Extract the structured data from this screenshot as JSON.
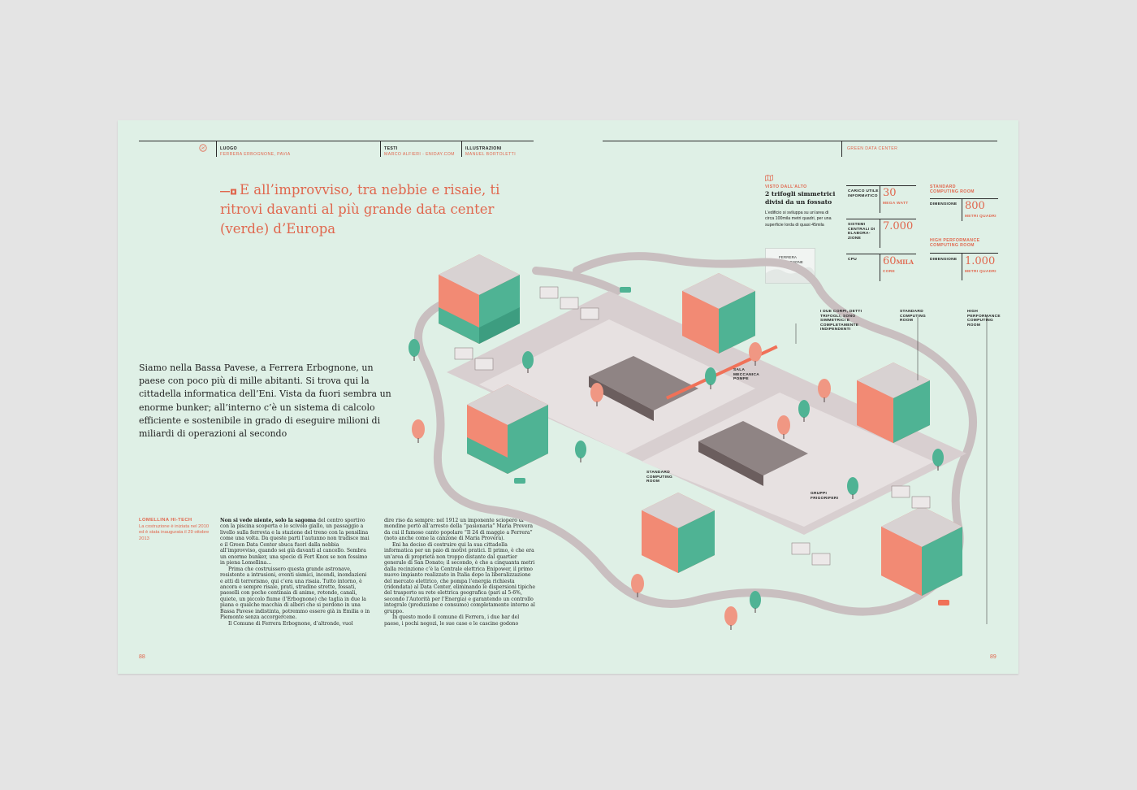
{
  "header": {
    "luogo_label": "LUOGO",
    "luogo_value": "FERRERA ERBOGNONE, PAVIA",
    "testi_label": "TESTI",
    "testi_value": "MARCO ALFIERI - ENIDAY.COM",
    "ill_label": "ILLUSTRAZIONI",
    "ill_value": "MANUEL BORTOLETTI",
    "section": "GREEN DATA CENTER"
  },
  "headline": "E all’improvviso, tra nebbie e risaie, ti ritrovi davanti al più grande data center (verde) d’Europa",
  "intro": "Siamo nella Bassa Pavese, a Ferrera Erbognone, un paese con poco più di mille abitanti. Si trova qui la cittadella informatica dell’Eni. Vista da fuori sembra un enorme bunker; all’interno c’è un sistema di calcolo efficiente e sostenibile in grado di eseguire milioni di miliardi di operazioni al secondo",
  "sidebar": {
    "title": "LOMELLINA HI-TECH",
    "text": "La costruzione è iniziata nel 2010 ed è stata inaugurata il 29 ottobre 2013"
  },
  "body": {
    "col1_lead": "Non si vede niente, solo la sagoma",
    "col1_p1": " del centro sportivo con la piscina scoperta e lo scivolo giallo, un passaggio a livello sulla ferrovia e la stazione del treno con la pensilina come una volta. Da queste parti l’autunno non tradisce mai e il Green Data Center sbuca fuori dalla nebbia all’improvviso, quando sei già davanti al cancello. Sembra un enorme bunker, una specie di Fort Knox se non fossimo in piena Lomellina...",
    "col1_p2": "Prima che costruissero questa grande astronave, resistente a intrusioni, eventi sismici, incendi, inondazioni e atti di terrorismo, qui c’era una risaia. Tutto intorno, è ancora e sempre risaie, prati, stradine strette, fossati, paeselli con poche centinaia di anime, rotonde, canali, quiete, un piccolo fiume (l’Erbognone) che taglia in due la piana e qualche macchia di alberi che si perdono in una Bassa Pavese indistinta, potremmo essere già in Emilia o in Piemonte senza accorgercene.",
    "col1_p3": "Il Comune di Ferrera Erbognone, d’altronde, vuol",
    "col2_p1": "dire riso da sempre: nel 1912 un imponente sciopero di mondine portò all’arresto della “pasionaria” Maria Provera da cui il famoso canto popolare “Il 24 di maggio a Ferrera” (noto anche come la canzone di Maria Provera).",
    "col2_p2": "Eni ha deciso di costruire qui la sua cittadella informatica per un paio di motivi pratici. Il primo, è che era un’area di proprietà non troppo distante dal quartier generale di San Donato; il secondo, è che a cinquanta metri dalla recinzione c’è la Centrale elettrica Enipower, il primo nuovo impianto realizzato in Italia dopo la liberalizzazione del mercato elettrico, che pompa l’energia richiesta (ridondata) al Data Center, eliminando le dispersioni tipiche del trasporto su rete elettrica geografica (pari al 5-6%, secondo l’Autorità per l’Energia) e garantendo un controllo integrale (produzione e consumo) completamente interno al gruppo.",
    "col2_p3": "In questo modo il comune di Ferrera, i due bar del paese, i pochi negozi, le sue case e le cascine godono"
  },
  "page_numbers": {
    "left": "88",
    "right": "89"
  },
  "infobox": {
    "kicker": "VISTO DALL’ALTO",
    "title": "2 trifogli simmetrici divisi da un fossato",
    "text": "L’edificio si sviluppa su un’area di circa 100mila metri quadri, per una superficie lorda di quasi 45mila",
    "map_label": "FERRERA ERBOGNONE"
  },
  "stats": [
    {
      "label": "CARICO UTILE INFORMATICO",
      "value": "30",
      "unit": "MEGA WATT"
    },
    {
      "label": "SISTEMI CENTRALI DI ELABORA-ZIONE",
      "value": "7.000",
      "unit": ""
    },
    {
      "label": "CPU",
      "value": "60",
      "value_suffix": "MILA",
      "unit": "CORE"
    }
  ],
  "rooms": [
    {
      "title": "STANDARD COMPUTING ROOM",
      "label": "DIMENSIONE",
      "value": "800",
      "unit": "METRI QUADRI"
    },
    {
      "title": "HIGH PERFORMANCE COMPUTING ROOM",
      "label": "DIMENSIONE",
      "value": "1.000",
      "unit": "METRI QUADRI"
    }
  ],
  "callouts": {
    "corpi": "I DUE CORPI, DETTI TRIFOGLI, SONO SIMMETRICI E COMPLETAMENTE INDIPENDENTI",
    "standard_top": "STANDARD COMPUTING ROOM",
    "high_top": "HIGH PERFORMANCE COMPUTING ROOM",
    "sala": "SALA MECCANICA POMPE",
    "standard_bottom": "STANDARD COMPUTING ROOM",
    "gruppi": "GRUPPI FRIGORIFERI"
  },
  "colors": {
    "accent": "#e0674e",
    "paper": "#dff0e6",
    "teal": "#4fb394",
    "gray": "#8f8484"
  }
}
